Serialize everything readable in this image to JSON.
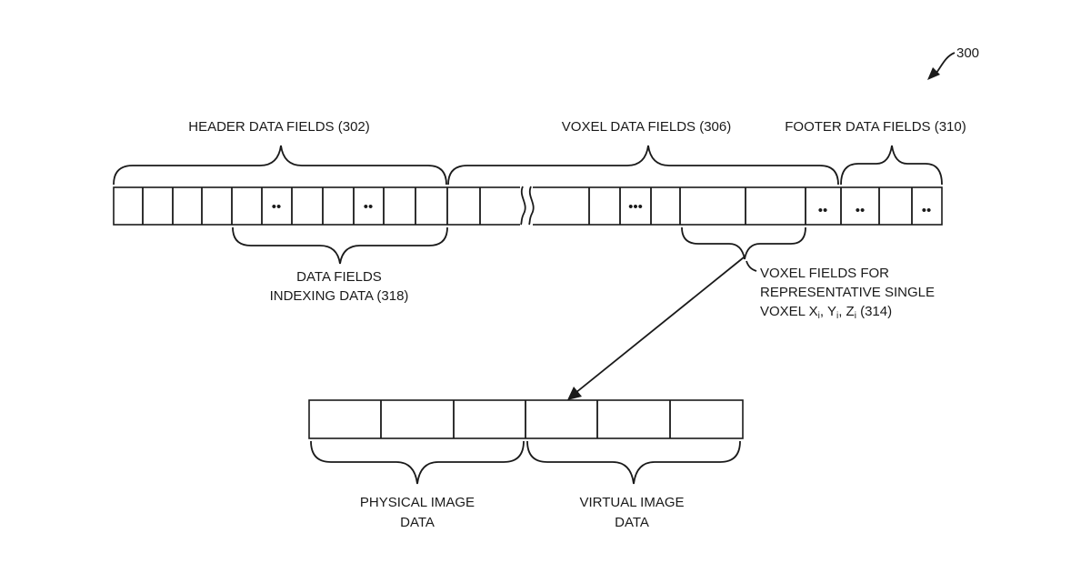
{
  "figure_ref": "300",
  "labels": {
    "header": "HEADER DATA FIELDS (302)",
    "voxel": "VOXEL DATA FIELDS (306)",
    "footer": "FOOTER DATA FIELDS (310)",
    "indexing_line1": "DATA FIELDS",
    "indexing_line2": "INDEXING DATA (318)",
    "single_line1": "VOXEL FIELDS FOR",
    "single_line2": "REPRESENTATIVE SINGLE",
    "single_line3_prefix": "VOXEL  X",
    "single_x_sub": "i",
    "single_sep1": ", Y",
    "single_y_sub": "i",
    "single_sep2": ", Z",
    "single_z_sub": "i",
    "single_suffix": " (314)",
    "physical_line1": "PHYSICAL IMAGE",
    "physical_line2": "DATA",
    "virtual_line1": "VIRTUAL IMAGE",
    "virtual_line2": "DATA"
  },
  "ellipsis": {
    "two_dots": "••",
    "three_dots": "•••"
  }
}
